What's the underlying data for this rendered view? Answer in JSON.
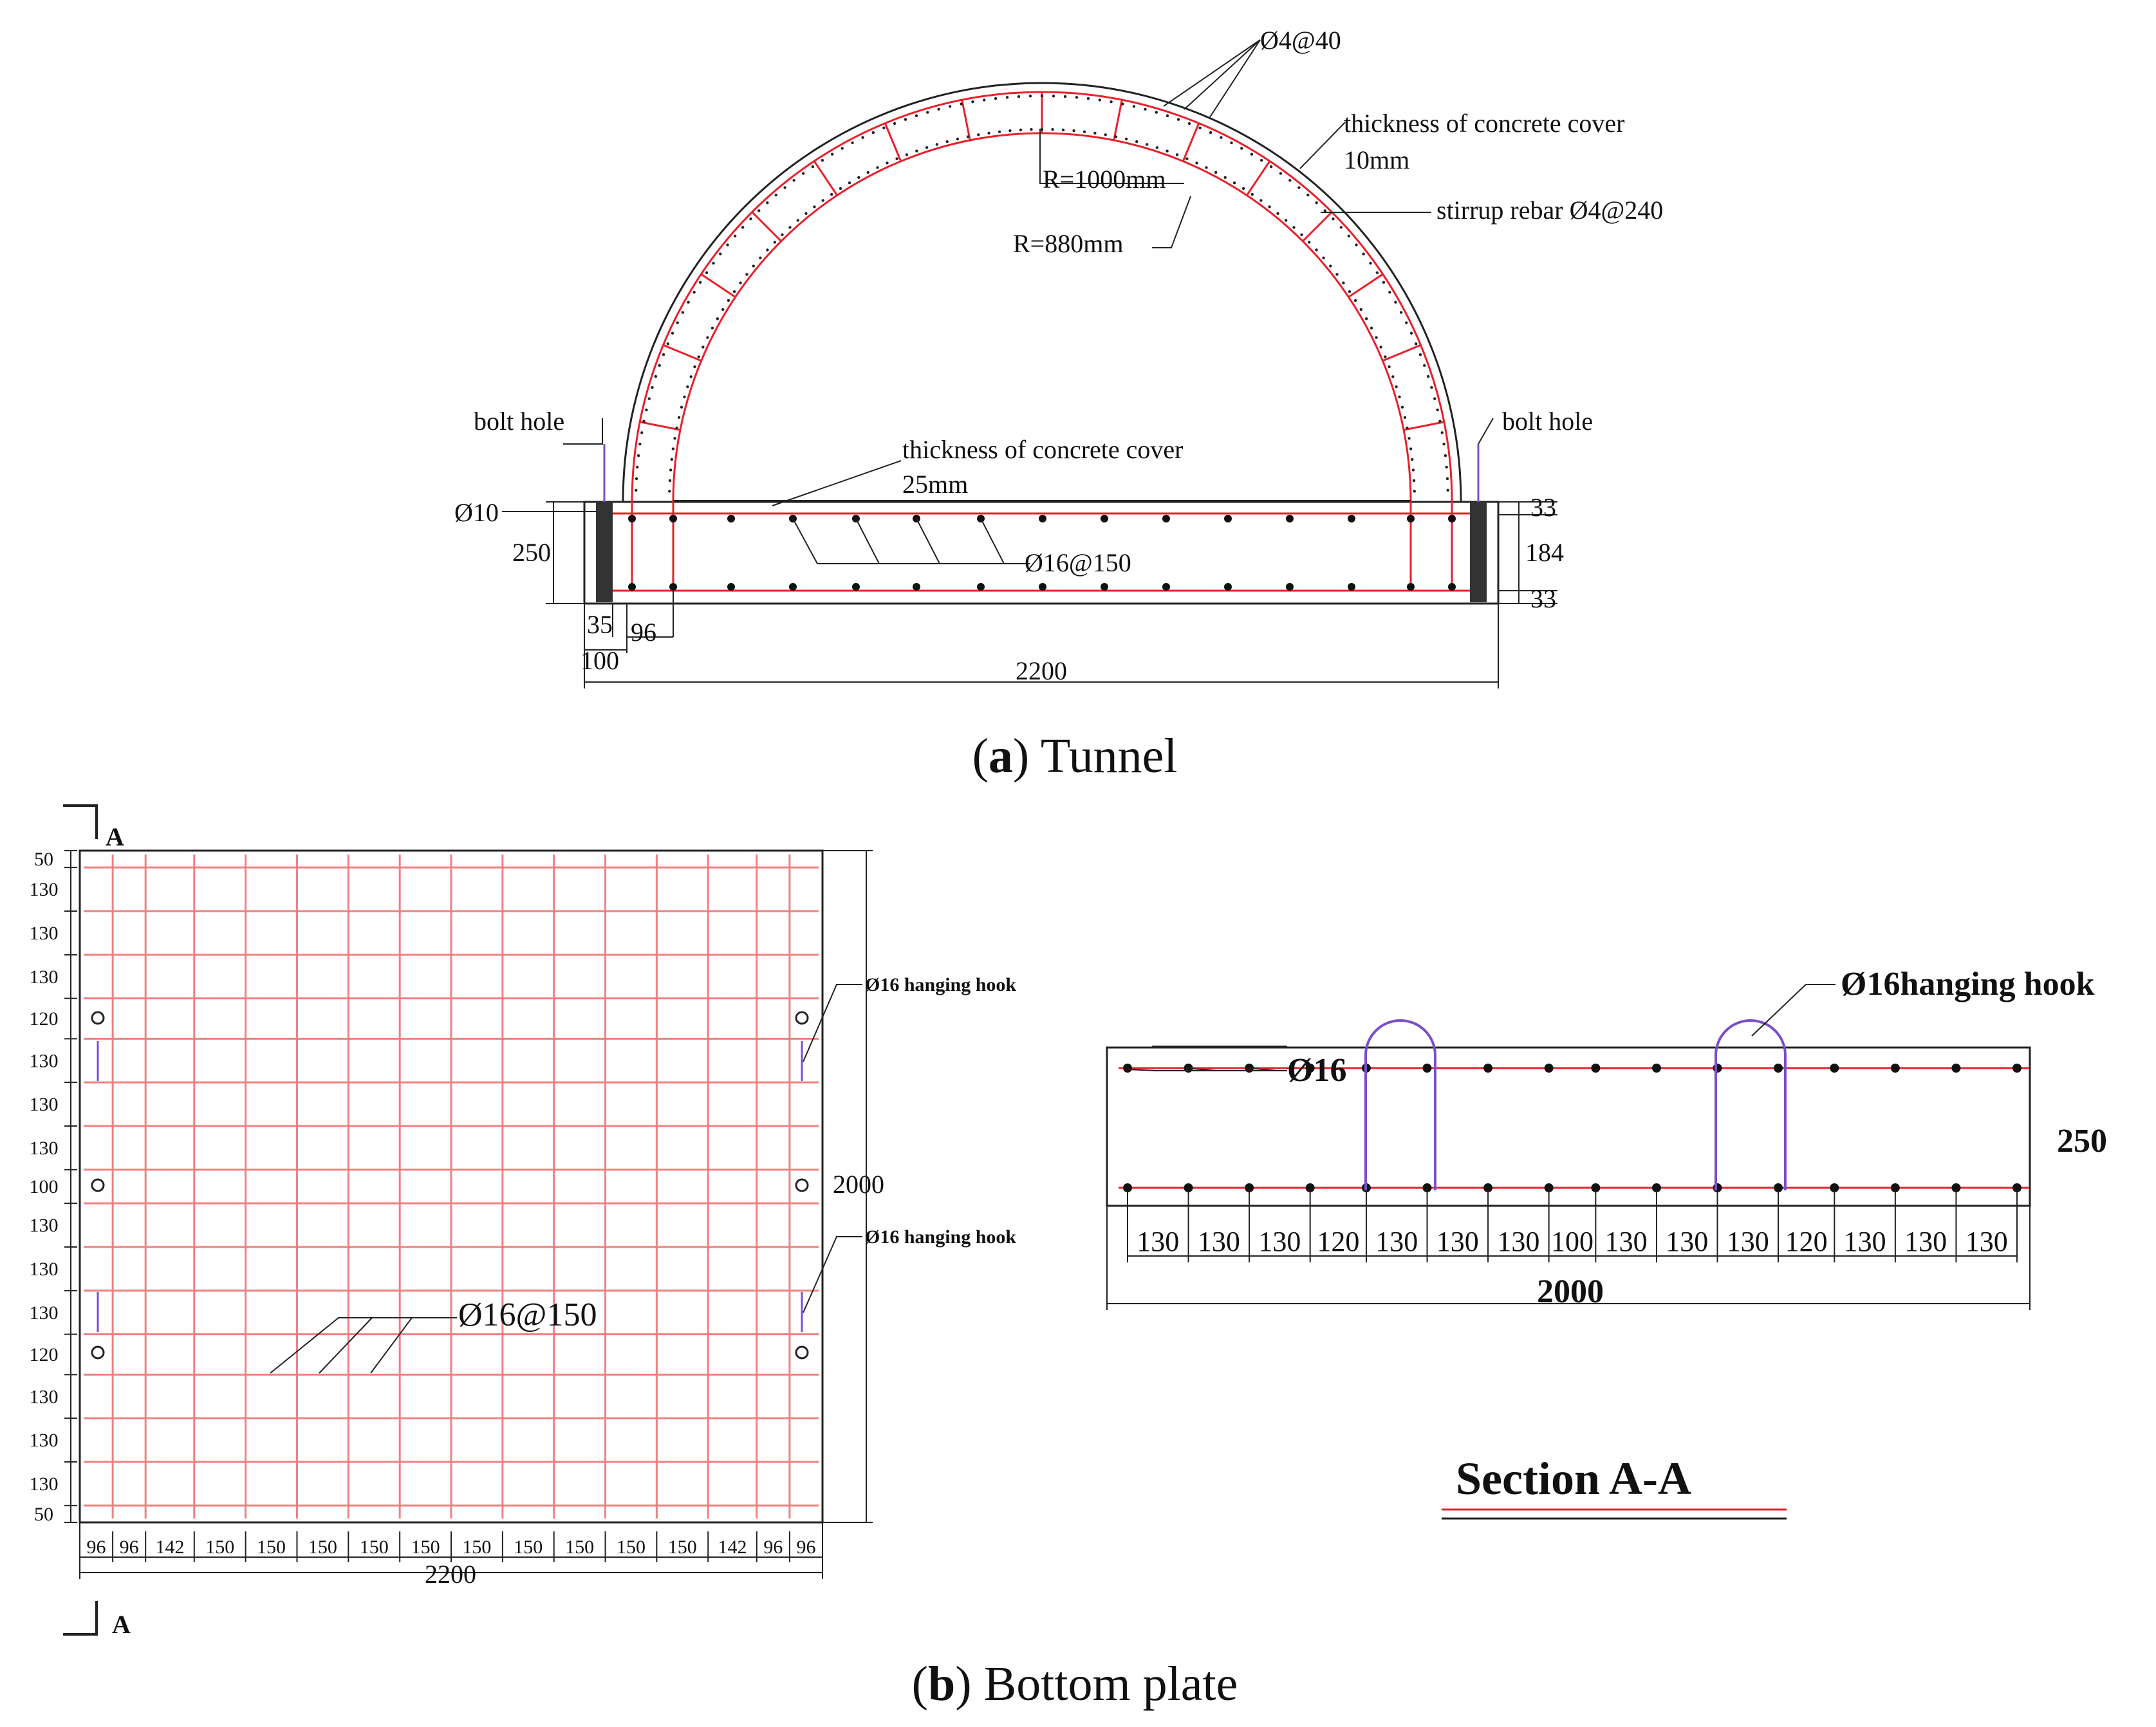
{
  "colors": {
    "rebar": "#e8202a",
    "grid": "#f08080",
    "concrete": "#222222",
    "hook": "#7b4fc9",
    "bolt": "#333333"
  },
  "tunnel": {
    "caption_letter": "a",
    "caption_text": "Tunnel",
    "labels": {
      "rebar_spacing": "Ø4@40",
      "cover_top_line1": "thickness of concrete cover",
      "cover_top_line2": "10mm",
      "stirrup": "stirrup rebar Ø4@240",
      "r_outer": "R=1000mm",
      "r_inner": "R=880mm",
      "bolt_left": "bolt hole",
      "bolt_right": "bolt hole",
      "cover_base_line1": "thickness of concrete cover",
      "cover_base_line2": "25mm",
      "bolt_dia": "Ø10",
      "base_rebar": "Ø16@150"
    },
    "dims": {
      "height": "250",
      "top_cover": "33",
      "core": "184",
      "bottom_cover": "33",
      "d35": "35",
      "d96": "96",
      "d100": "100",
      "width": "2200"
    }
  },
  "bottom_plate": {
    "caption_letter": "b",
    "caption_text": "Bottom plate",
    "section_mark_top": "A",
    "section_mark_bottom": "A",
    "hook_label_top": "Ø16 hanging hook",
    "hook_label_bottom": "Ø16 hanging hook",
    "rebar_label": "Ø16@150",
    "height_dim": "2000",
    "width_dim": "2200",
    "row_spacings": [
      "50",
      "130",
      "130",
      "130",
      "120",
      "130",
      "130",
      "130",
      "100",
      "130",
      "130",
      "130",
      "120",
      "130",
      "130",
      "130",
      "50"
    ],
    "col_spacings": [
      "96",
      "96",
      "142",
      "150",
      "150",
      "150",
      "150",
      "150",
      "150",
      "150",
      "150",
      "150",
      "150",
      "142",
      "96",
      "96"
    ]
  },
  "section": {
    "title": "Section A-A",
    "hook_label": "Ø16hanging hook",
    "rebar_label": "Ø16",
    "thickness_dim": "250",
    "length_dim": "2000",
    "spacings": [
      "130",
      "130",
      "130",
      "120",
      "130",
      "130",
      "130",
      "100",
      "130",
      "130",
      "130",
      "120",
      "130",
      "130",
      "130"
    ]
  }
}
